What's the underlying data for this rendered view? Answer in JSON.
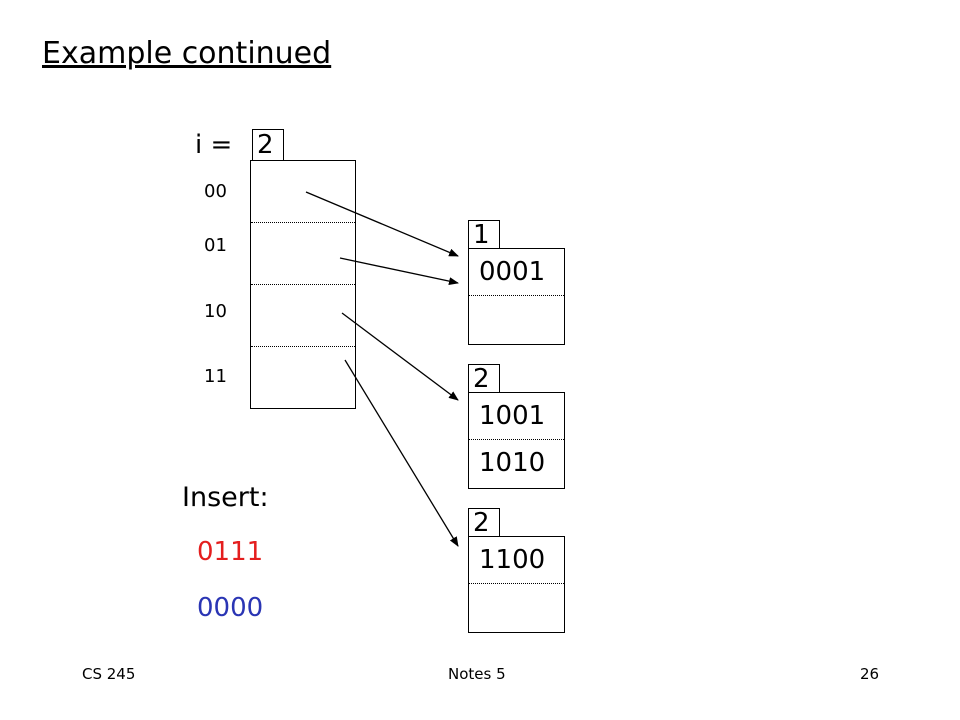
{
  "slide": {
    "title": "Example continued",
    "global_depth_label": "i =",
    "global_depth_value": "2"
  },
  "directory": {
    "entries": [
      "00",
      "01",
      "10",
      "11"
    ]
  },
  "buckets": [
    {
      "local_depth": "1",
      "records": [
        "0001",
        ""
      ]
    },
    {
      "local_depth": "2",
      "records": [
        "1001",
        "1010"
      ]
    },
    {
      "local_depth": "2",
      "records": [
        "1100",
        ""
      ]
    }
  ],
  "insert": {
    "label": "Insert:",
    "keys": [
      "0111",
      "0000"
    ],
    "key_colors": [
      "#e41e1e",
      "#2a35b4"
    ]
  },
  "footer": {
    "left": "CS 245",
    "center": "Notes 5",
    "right": "26"
  }
}
